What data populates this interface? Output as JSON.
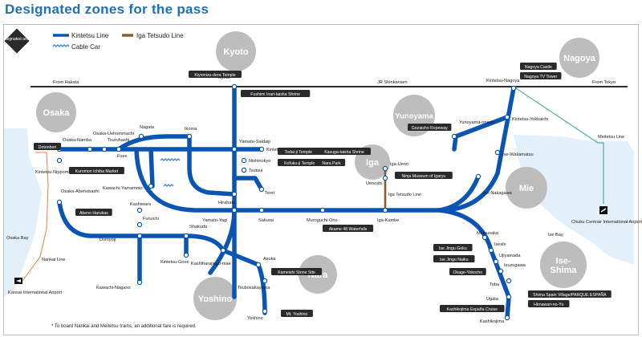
{
  "page": {
    "title": "Designated zones for the pass"
  },
  "legend": {
    "designated_areas": "Designated areas",
    "kintetsu": "Kintetsu Line",
    "iga": "Iga Tetsudo Line",
    "cable": "Cable Car"
  },
  "colors": {
    "kintetsu": "#0a55b4",
    "iga": "#8a5a2b",
    "cable": "#3a8ede",
    "zone": "#bdbdbd",
    "sea": "#e4f0f9",
    "tag": "#2a2a2a",
    "nankai": "#e8833a",
    "meitetsu": "#2f9e8e"
  },
  "areas": [
    {
      "name": "Kyoto"
    },
    {
      "name": "Osaka"
    },
    {
      "name": "Nagoya"
    },
    {
      "name": "Yunoyama"
    },
    {
      "name": "Iga"
    },
    {
      "name": "Mie"
    },
    {
      "name": "Nara"
    },
    {
      "name": "Yoshino"
    },
    {
      "name": "Ise-Shima"
    }
  ],
  "lines": {
    "from_hakata": "From Hakata",
    "shinkansen": "JR Shinkansen",
    "from_tokyo": "From Tokyo",
    "iga_line": "Iga Tetsudo Line",
    "nankai_line": "Nankai Line",
    "meitetsu_line": "Meitetsu Line",
    "osaka_bay": "Osaka Bay",
    "ise_bay": "Ise Bay"
  },
  "stations": [
    {
      "name": "Kyoto"
    },
    {
      "name": "Yamato-Saidaiji"
    },
    {
      "name": "Kintetsu-Nara"
    },
    {
      "name": "Nishinokyo"
    },
    {
      "name": "Tsutsui"
    },
    {
      "name": "Tenri"
    },
    {
      "name": "Osaka-Namba"
    },
    {
      "name": "Osaka-Uehommachi"
    },
    {
      "name": "Tsuruhashi"
    },
    {
      "name": "Nagata"
    },
    {
      "name": "Ikoma"
    },
    {
      "name": "Fuse"
    },
    {
      "name": "Kintetsu-Nippombashi"
    },
    {
      "name": "Kawachi-Yamamoto"
    },
    {
      "name": "Hirahata"
    },
    {
      "name": "Osaka-Abenobashi"
    },
    {
      "name": "Kashiwara"
    },
    {
      "name": "Furuichi"
    },
    {
      "name": "Domyoji"
    },
    {
      "name": "Shakudo"
    },
    {
      "name": "Kintetsu-Gose"
    },
    {
      "name": "Kawachi-Nagano"
    },
    {
      "name": "Yamato-Yagi"
    },
    {
      "name": "Sakurai"
    },
    {
      "name": "Muroguchi-Ono"
    },
    {
      "name": "Iga-Kambe"
    },
    {
      "name": "Iga-Ueno"
    },
    {
      "name": "Uenoshi"
    },
    {
      "name": "Kashiharajingu-mae"
    },
    {
      "name": "Asuka"
    },
    {
      "name": "Tsubosakayama"
    },
    {
      "name": "Yoshino"
    },
    {
      "name": "Kintetsu-Nagoya"
    },
    {
      "name": "Yunoyama-onsen"
    },
    {
      "name": "Kintetsu-Yokkaichi"
    },
    {
      "name": "Ise-Wakamatsu"
    },
    {
      "name": "Ise-Nakagawa"
    },
    {
      "name": "Matsusaka"
    },
    {
      "name": "Iseshi"
    },
    {
      "name": "Ujiyamada"
    },
    {
      "name": "Isuzugawa"
    },
    {
      "name": "Toba"
    },
    {
      "name": "Ugata"
    },
    {
      "name": "Kashikojima"
    },
    {
      "name": "Chubu Centrair International Airport"
    },
    {
      "name": "Kansai International Airport"
    }
  ],
  "spots": [
    {
      "name": "Kiyomizu-dera Temple"
    },
    {
      "name": "Fushimi Inari-taisha Shrine"
    },
    {
      "name": "Nagoya Castle"
    },
    {
      "name": "Nagoya TV Tower"
    },
    {
      "name": "Gozaisho Ropeway"
    },
    {
      "name": "Dotonbori"
    },
    {
      "name": "Kuromon Ichiba Market"
    },
    {
      "name": "Abeno Harukas"
    },
    {
      "name": "Todai-ji Temple"
    },
    {
      "name": "Kasuga-taisha Shrine"
    },
    {
      "name": "Kofuku-ji Temple"
    },
    {
      "name": "Nara Park"
    },
    {
      "name": "Ninja Museum of Igaryu"
    },
    {
      "name": "Akame 48 Waterfalls"
    },
    {
      "name": "Ise Jingu Geku"
    },
    {
      "name": "Ise Jingu Naiku"
    },
    {
      "name": "Okage-Yokocho"
    },
    {
      "name": "Shima Spain Village/PARQUE ESPAÑA"
    },
    {
      "name": "Hirnawari-no-Yu"
    },
    {
      "name": "Kashikojima España Cruise"
    },
    {
      "name": "Kameishi Stone Site"
    },
    {
      "name": "Mt. Yoshino"
    }
  ],
  "footnote": "* To board Nankai and Meitetsu trains, an additional fare is required."
}
